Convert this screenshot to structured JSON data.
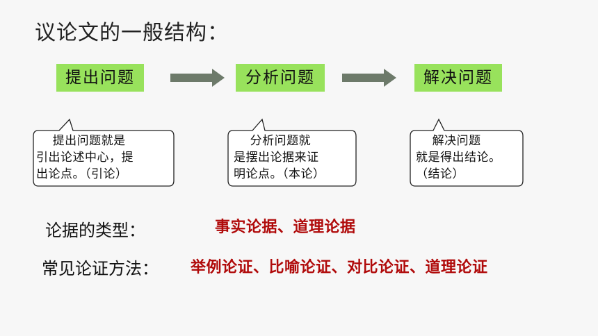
{
  "title": "议论文的一般结构：",
  "steps": [
    "提出问题",
    "分析问题",
    "解决问题"
  ],
  "bubbles": [
    "    提出问题就是\n引出论述中心，提\n出论点。（引论）",
    "    分析问题就\n是摆出论据来证\n明论点。（本论）",
    "    解决问题\n就是得出结论。\n（结论）"
  ],
  "evidence_label": "论据的类型：",
  "evidence_types": "事实论据、道理论据",
  "methods_label": "常见论证方法：",
  "methods": "举例论证、比喻论证、对比论证、道理论证",
  "colors": {
    "step_bg": "#98e25c",
    "arrow": "#6d7a6a",
    "emphasis": "#b00a0a"
  }
}
